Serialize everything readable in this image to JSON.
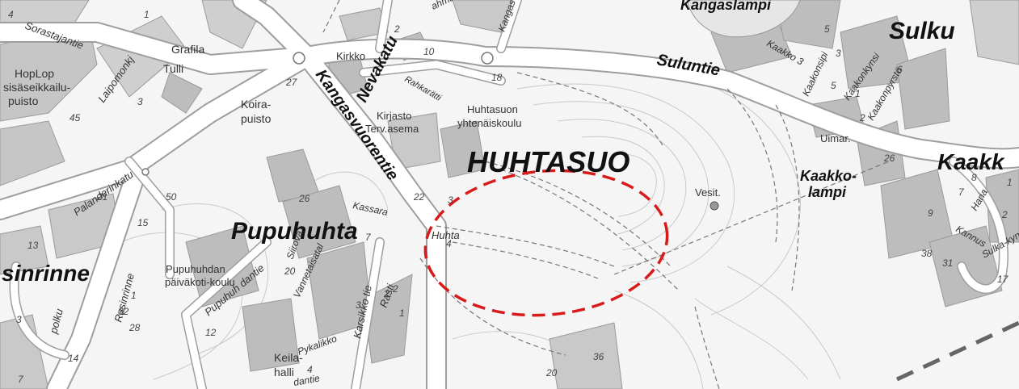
{
  "map": {
    "districts": {
      "huhtasuo": "HUHTASUO",
      "pupuhuhta": "Pupuhuhta",
      "sulku": "Sulku",
      "kaakkolampi_area": "Kaakk",
      "rasinrinne": "sinrinne"
    },
    "roads": {
      "kangasvuorentie": "Kangasvuorentie",
      "nevakatu": "Nevakatu",
      "suluntie": "Suluntie",
      "palanderinkatu": "Palanderinkatu",
      "sorastajantie": "Sorastajantie",
      "laipomonkj": "Laipomonkj",
      "kassara": "Kassara",
      "huhta": "Huhta",
      "siirova": "Siirova",
      "vanneteisatal": "Vannetaisatal",
      "pupuhuhdantie": "Pupuhuh dantie",
      "karsikko_tie": "Karsikko tie",
      "rasti": "Rasti",
      "pykalikko": "Pykalikko",
      "rasinrinne": "Rasinrinne",
      "polku": "polku",
      "kaakko3": "Kaakko 3",
      "kaakonsipi": "Kaakonsipi",
      "kaakonkynsi": "Kaakonkynsi",
      "kaakonpyrsto": "Kaakonpyrstö",
      "haria": "Haria",
      "kannus": "Kannus",
      "sulkakyna": "Sulka-kynä",
      "kangas_road": "Kangas",
      "dantie": "dantie",
      "ahmari": "ahmari"
    },
    "places": {
      "grafila": "Grafila",
      "tulli": "Tulli",
      "hoplop1": "HopLop",
      "hoplop2": "sisäseikkailu-",
      "hoplop3": "puisto",
      "kirkko": "Kirkko",
      "koira1": "Koira-",
      "koira2": "puisto",
      "kirjasto": "Kirjasto",
      "terv": "Terv.asema",
      "huhtasuon1": "Huhtasuon",
      "huhtasuon2": "yhtenäiskoulu",
      "kangaslampi": "Kangaslampi",
      "uimar": "Uimar.",
      "vesit": "Vesit.",
      "kaakko1": "Kaakko-",
      "kaakko2": "lampi",
      "paivakoti1": "Pupuhuhdan",
      "paivakoti2": "päiväkoti-koulu",
      "keila1": "Keila-",
      "keila2": "halli",
      "rahkaratti": "Rahkarätti"
    },
    "numbers": [
      "4",
      "1",
      "2",
      "10",
      "18",
      "27",
      "45",
      "3",
      "21",
      "15",
      "50",
      "26",
      "22",
      "3",
      "2",
      "4",
      "7",
      "13",
      "1",
      "32",
      "28",
      "20",
      "12",
      "3",
      "2",
      "1",
      "4",
      "3",
      "14",
      "7",
      "36",
      "20",
      "26",
      "8",
      "7",
      "9",
      "38",
      "31",
      "17",
      "1",
      "2",
      "5",
      "6",
      "1",
      "2",
      "3",
      "5"
    ],
    "highlight_color": "#d91a1a"
  }
}
